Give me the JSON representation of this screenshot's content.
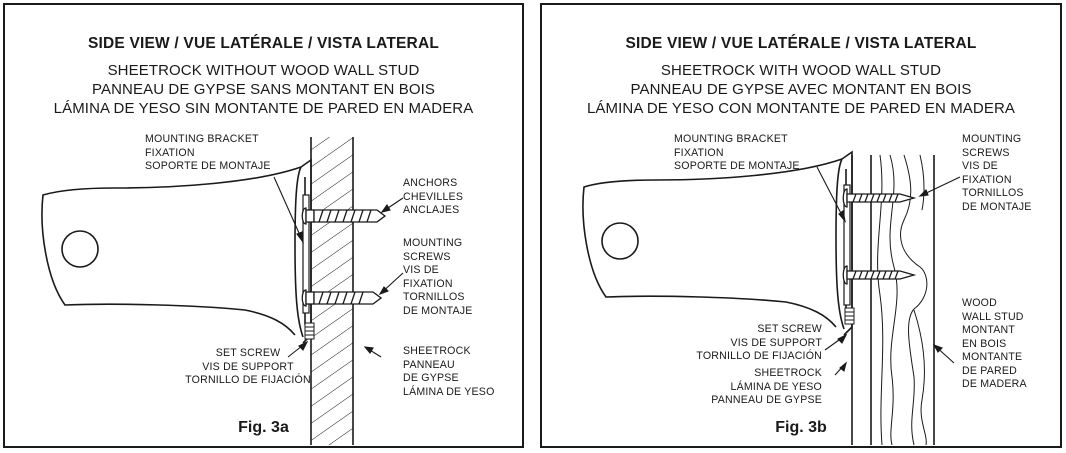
{
  "figure_a": {
    "heading": "SIDE VIEW / VUE LATÉRALE / VISTA LATERAL",
    "subtitle": [
      "SHEETROCK WITHOUT WOOD WALL STUD",
      "PANNEAU DE GYPSE SANS MONTANT EN BOIS",
      "LÁMINA DE YESO SIN MONTANTE DE PARED EN MADERA"
    ],
    "labels": {
      "mounting_bracket": [
        "MOUNTING BRACKET",
        "FIXATION",
        "SOPORTE DE MONTAJE"
      ],
      "anchors": [
        "ANCHORS",
        "CHEVILLES",
        "ANCLAJES"
      ],
      "mounting_screws": [
        "MOUNTING",
        "SCREWS",
        "VIS DE",
        "FIXATION",
        "TORNILLOS",
        "DE MONTAJE"
      ],
      "set_screw": [
        "SET SCREW",
        "VIS DE SUPPORT",
        "TORNILLO DE FIJACIÓN"
      ],
      "sheetrock": [
        "SHEETROCK",
        "PANNEAU",
        "DE GYPSE",
        "LÁMINA DE YESO"
      ]
    },
    "fig_label": "Fig. 3a"
  },
  "figure_b": {
    "heading": "SIDE VIEW / VUE LATÉRALE / VISTA LATERAL",
    "subtitle": [
      "SHEETROCK WITH WOOD WALL STUD",
      "PANNEAU DE GYPSE AVEC MONTANT EN BOIS",
      "LÁMINA DE YESO CON MONTANTE DE PARED EN MADERA"
    ],
    "labels": {
      "mounting_bracket": [
        "MOUNTING BRACKET",
        "FIXATION",
        "SOPORTE DE MONTAJE"
      ],
      "mounting_screws": [
        "MOUNTING",
        "SCREWS",
        "VIS DE",
        "FIXATION",
        "TORNILLOS",
        "DE MONTAJE"
      ],
      "set_screw": [
        "SET SCREW",
        "VIS DE SUPPORT",
        "TORNILLO DE FIJACIÓN"
      ],
      "sheetrock": [
        "SHEETROCK",
        "LÁMINA DE YESO",
        "PANNEAU DE GYPSE"
      ],
      "wood_stud": [
        "WOOD",
        "WALL STUD",
        "MONTANT",
        "EN BOIS",
        "MONTANTE",
        "DE PARED",
        "DE MADERA"
      ]
    },
    "fig_label": "Fig. 3b"
  }
}
